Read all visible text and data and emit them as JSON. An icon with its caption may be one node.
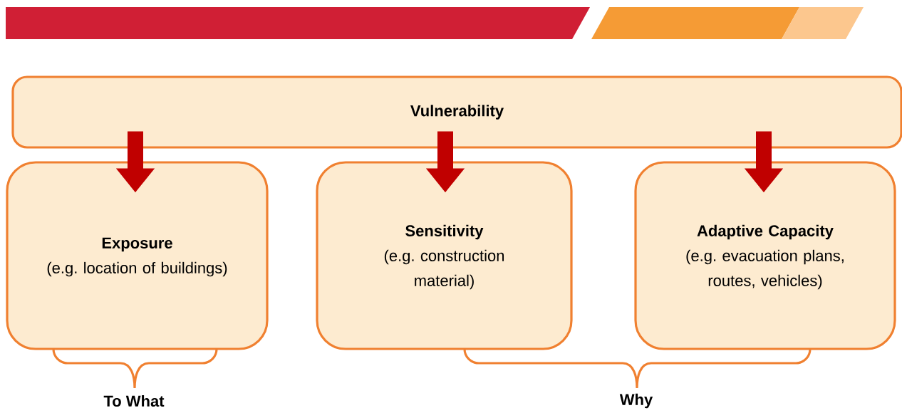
{
  "diagram": {
    "nodes": [
      {
        "text": [
          "Vulnerability"
        ]
      },
      {
        "text": [
          "Exposure",
          "(e.g. location of buildings)"
        ]
      },
      {
        "text": [
          "Sensitivity",
          "(e.g. construction material)"
        ]
      },
      {
        "text": [
          "Adaptive Capacity",
          "(e.g. evacuation plans, routes, vehicles)"
        ]
      }
    ],
    "edges": [
      {
        "from": 0,
        "to": 1,
        "arrow": "to"
      },
      {
        "from": 0,
        "to": 2,
        "arrow": "to"
      },
      {
        "from": 0,
        "to": 3,
        "arrow": "to"
      }
    ],
    "labels": [
      "To What",
      "Why"
    ]
  }
}
